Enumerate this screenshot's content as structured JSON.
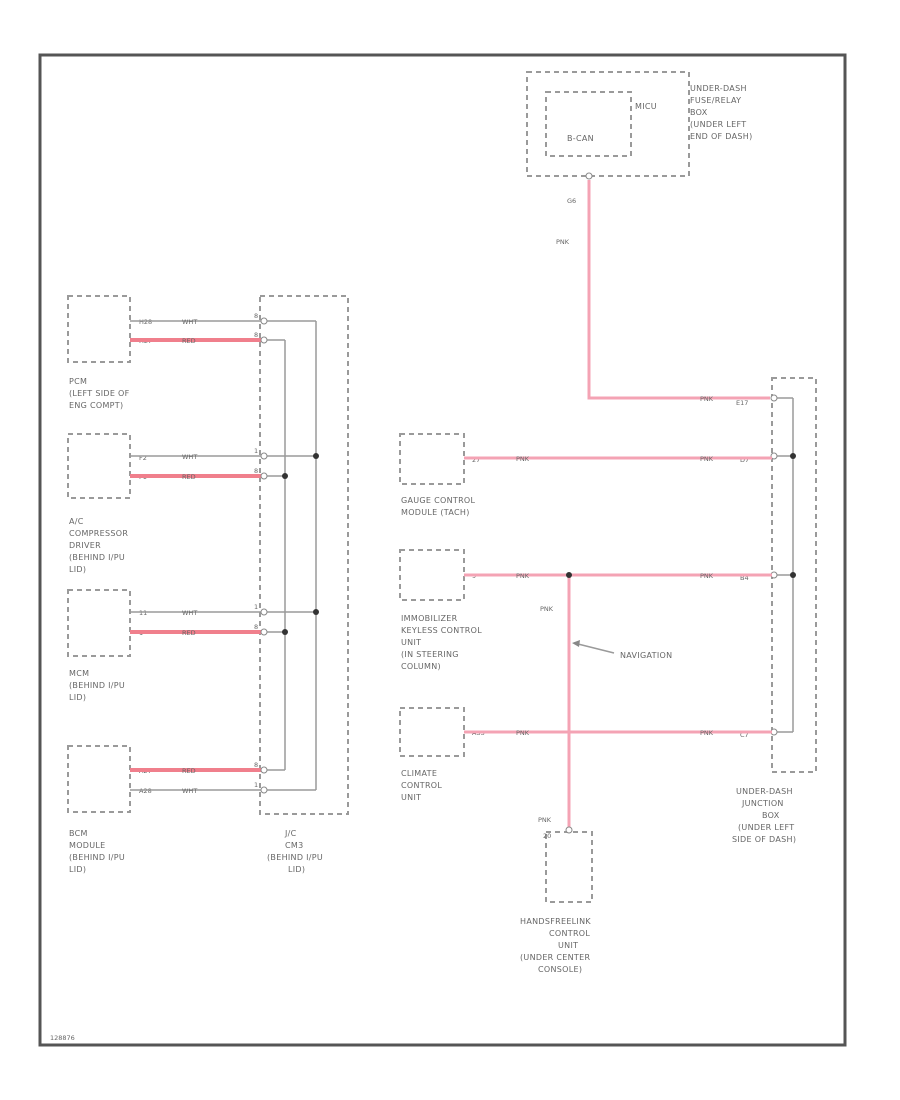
{
  "components": {
    "underdash_fuse": [
      "UNDER-DASH",
      "FUSE/RELAY",
      "BOX",
      "(UNDER LEFT",
      "END OF DASH)"
    ],
    "fuse_name": "MICU",
    "fuse_inner": "B-CAN",
    "pcm": [
      "PCM",
      "(LEFT SIDE OF",
      "ENG COMPT)"
    ],
    "ac_comp": [
      "A/C",
      "COMPRESSOR",
      "DRIVER",
      "(BEHIND I/PU",
      "LID)"
    ],
    "mcm": [
      "MCM",
      "(BEHIND I/PU",
      "LID)"
    ],
    "bcm": [
      "BCM",
      "MODULE",
      "(BEHIND I/PU",
      "LID)"
    ],
    "jc": [
      "J/C",
      "CM3",
      "(BEHIND I/PU",
      "LID)"
    ],
    "gauge": [
      "GAUGE CONTROL",
      "MODULE (TACH)"
    ],
    "immob": [
      "IMMOBILIZER",
      "KEYLESS CONTROL",
      "UNIT",
      "(IN STEERING",
      "COLUMN)"
    ],
    "climate": [
      "CLIMATE",
      "CONTROL",
      "UNIT"
    ],
    "junction": [
      "UNDER-DASH",
      "JUNCTION",
      "BOX",
      "(UNDER LEFT",
      "SIDE OF DASH)"
    ],
    "handsfree": [
      "HANDSFREELINK",
      "CONTROL",
      "UNIT",
      "(UNDER CENTER",
      "CONSOLE)"
    ]
  },
  "annotations": {
    "navigation": "NAVIGATION"
  },
  "wires": {
    "wht": "WHT",
    "red": "RED",
    "pnk": "PNK"
  },
  "pins": {
    "fuse_out": "G6",
    "pcm_wht": "H28",
    "pcm_red": "H27",
    "ac_wht": "F2",
    "ac_red": "F1",
    "mcm_wht": "11",
    "mcm_red": "1",
    "bcm_red": "A27",
    "bcm_wht": "A28",
    "j1": "8",
    "j2": "8",
    "j3": "1",
    "j4": "8",
    "j5": "1",
    "j6": "8",
    "j7": "8",
    "j8": "1",
    "jb1": "E17",
    "jb2": "D7",
    "jb3": "B4",
    "jb4": "C7",
    "gauge_pin": "27",
    "immob_pin": "9",
    "climate_pin": "A33",
    "hf_pin": "20"
  },
  "footer": "128876"
}
